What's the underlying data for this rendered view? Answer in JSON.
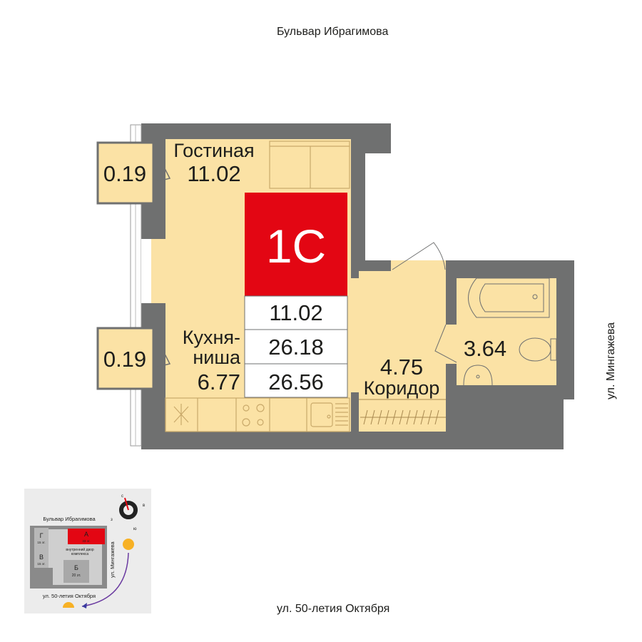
{
  "streets": {
    "north": "Бульвар Ибрагимова",
    "south": "ул. 50-летия Октября",
    "east": "ул. Мингажева"
  },
  "apartment": {
    "type": "1С",
    "living_area": "11.02",
    "area_without_balconies": "26.18",
    "total_area": "26.56"
  },
  "rooms": [
    {
      "name": "Гостиная",
      "area": "11.02"
    },
    {
      "name_line1": "Кухня-",
      "name_line2": "ниша",
      "area": "6.77"
    },
    {
      "name": "Коридор",
      "area": "4.75"
    },
    {
      "name": "",
      "area": "3.64"
    },
    {
      "name": "",
      "area": "0.19"
    },
    {
      "name": "",
      "area": "0.19"
    }
  ],
  "minimap": {
    "street_north": "Бульвар Ибрагимова",
    "street_south": "ул. 50-летия Октября",
    "street_east": "ул. Мингажева",
    "courtyard_line1": "внутренний двор",
    "courtyard_line2": "комплекса",
    "buildings": [
      {
        "letter": "А",
        "floors": "33 эт."
      },
      {
        "letter": "Б",
        "floors": "20 эт."
      },
      {
        "letter": "В",
        "floors": "15 эт."
      },
      {
        "letter": "Г",
        "floors": "15 эт."
      }
    ],
    "compass": {
      "n": "с",
      "e": "в",
      "s": "ю",
      "w": "з"
    }
  },
  "colors": {
    "wall": "#6f7070",
    "floor": "#fbe2a5",
    "accent": "#e30613"
  }
}
